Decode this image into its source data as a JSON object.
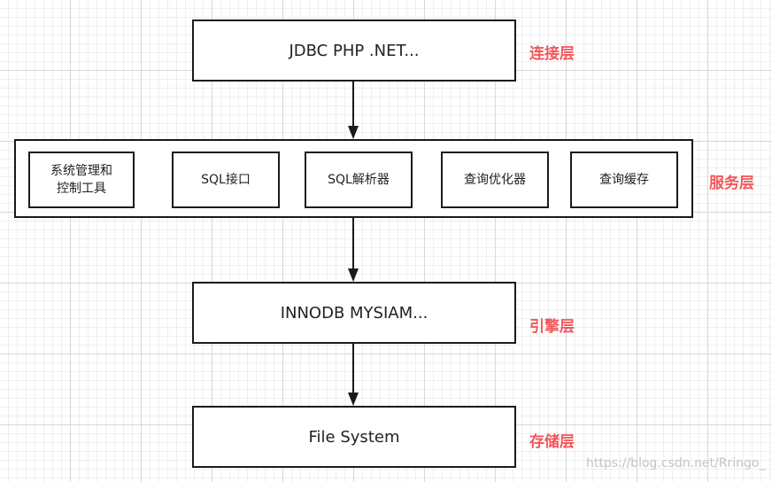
{
  "colors": {
    "layer_label": "#f2575b",
    "box_border": "#1a1a1a",
    "arrow": "#1a1a1a"
  },
  "layers": {
    "connection": {
      "box_text": "JDBC PHP .NET...",
      "label": "连接层"
    },
    "service": {
      "label": "服务层",
      "modules": [
        "系统管理和\n控制工具",
        "SQL接口",
        "SQL解析器",
        "查询优化器",
        "查询缓存"
      ]
    },
    "engine": {
      "box_text": "INNODB MYSIAM...",
      "label": "引擎层"
    },
    "storage": {
      "box_text": "File System",
      "label": "存储层"
    }
  },
  "watermark": "https://blog.csdn.net/Rringo_"
}
